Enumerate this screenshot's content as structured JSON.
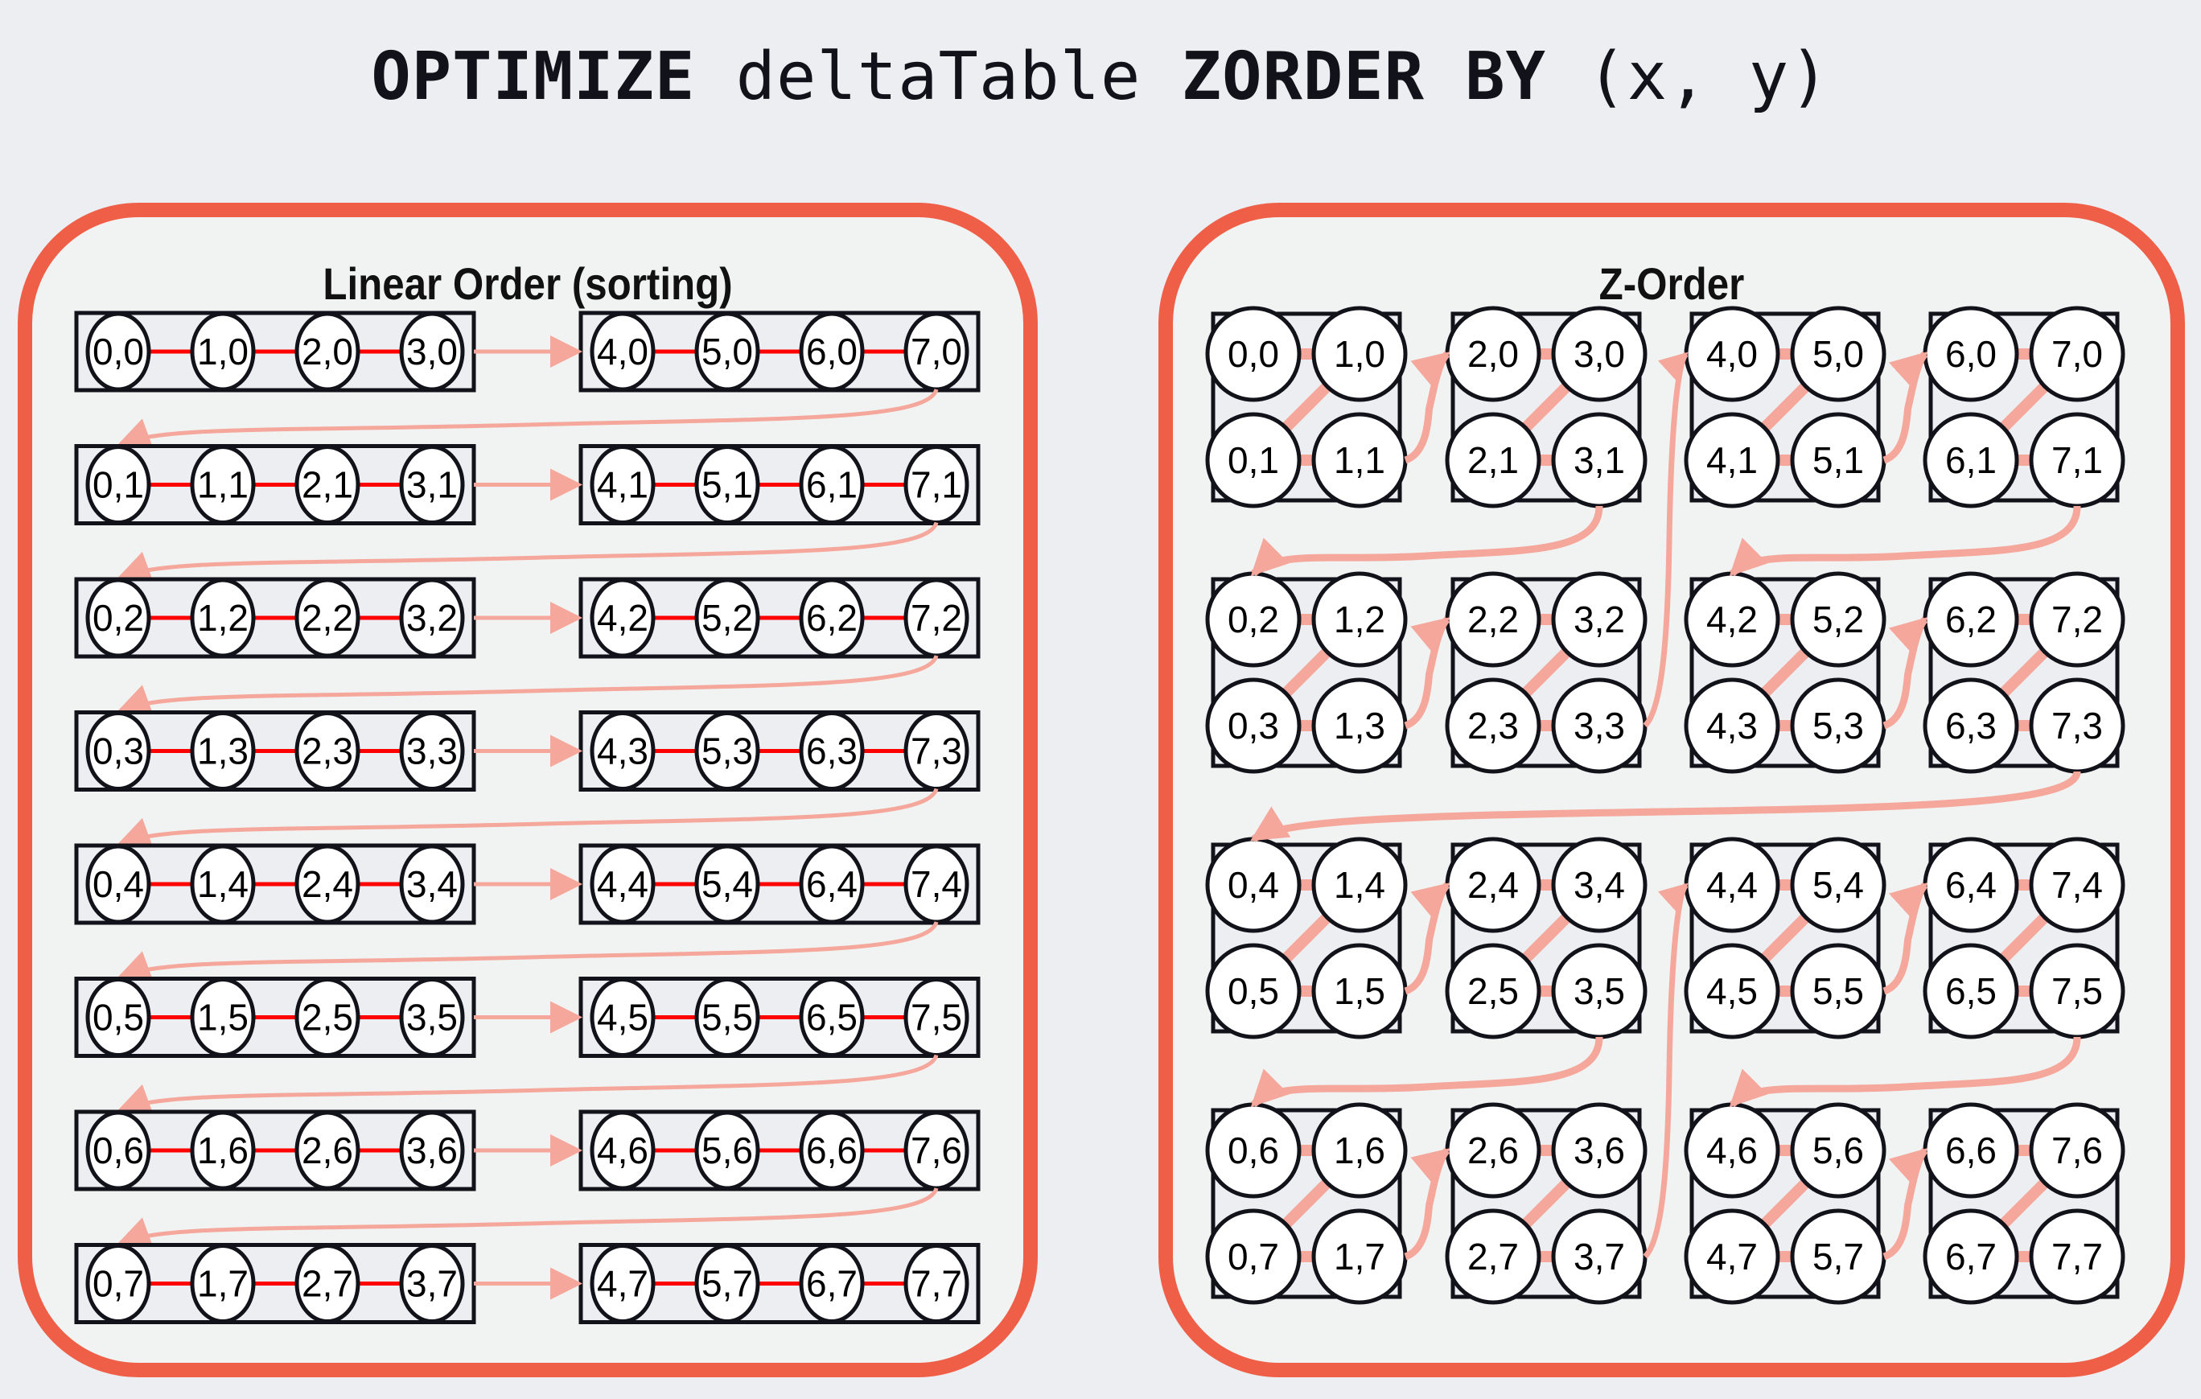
{
  "title": {
    "keyword1": "OPTIMIZE",
    "table": "deltaTable",
    "keyword2": "ZORDER BY",
    "args": "(x, y)"
  },
  "colors": {
    "panel_border": "#ef5f48",
    "panel_fill": "#f1f2f2",
    "background": "#eceef2",
    "box_fill": "#eceef2",
    "box_border": "#12131a",
    "linear_link": "#ff0000",
    "flow_arrow": "#f4a79a"
  },
  "linear_panel": {
    "title": "Linear Order (sorting)",
    "rows": [
      {
        "left": [
          "0,0",
          "1,0",
          "2,0",
          "3,0"
        ],
        "right": [
          "4,0",
          "5,0",
          "6,0",
          "7,0"
        ]
      },
      {
        "left": [
          "0,1",
          "1,1",
          "2,1",
          "3,1"
        ],
        "right": [
          "4,1",
          "5,1",
          "6,1",
          "7,1"
        ]
      },
      {
        "left": [
          "0,2",
          "1,2",
          "2,2",
          "3,2"
        ],
        "right": [
          "4,2",
          "5,2",
          "6,2",
          "7,2"
        ]
      },
      {
        "left": [
          "0,3",
          "1,3",
          "2,3",
          "3,3"
        ],
        "right": [
          "4,3",
          "5,3",
          "6,3",
          "7,3"
        ]
      },
      {
        "left": [
          "0,4",
          "1,4",
          "2,4",
          "3,4"
        ],
        "right": [
          "4,4",
          "5,4",
          "6,4",
          "7,4"
        ]
      },
      {
        "left": [
          "0,5",
          "1,5",
          "2,5",
          "3,5"
        ],
        "right": [
          "4,5",
          "5,5",
          "6,5",
          "7,5"
        ]
      },
      {
        "left": [
          "0,6",
          "1,6",
          "2,6",
          "3,6"
        ],
        "right": [
          "4,6",
          "5,6",
          "6,6",
          "7,6"
        ]
      },
      {
        "left": [
          "0,7",
          "1,7",
          "2,7",
          "3,7"
        ],
        "right": [
          "4,7",
          "5,7",
          "6,7",
          "7,7"
        ]
      }
    ]
  },
  "zorder_panel": {
    "title": "Z-Order",
    "blocks": [
      [
        [
          "0,0",
          "1,0",
          "0,1",
          "1,1"
        ],
        [
          "2,0",
          "3,0",
          "2,1",
          "3,1"
        ],
        [
          "4,0",
          "5,0",
          "4,1",
          "5,1"
        ],
        [
          "6,0",
          "7,0",
          "6,1",
          "7,1"
        ]
      ],
      [
        [
          "0,2",
          "1,2",
          "0,3",
          "1,3"
        ],
        [
          "2,2",
          "3,2",
          "2,3",
          "3,3"
        ],
        [
          "4,2",
          "5,2",
          "4,3",
          "5,3"
        ],
        [
          "6,2",
          "7,2",
          "6,3",
          "7,3"
        ]
      ],
      [
        [
          "0,4",
          "1,4",
          "0,5",
          "1,5"
        ],
        [
          "2,4",
          "3,4",
          "2,5",
          "3,5"
        ],
        [
          "4,4",
          "5,4",
          "4,5",
          "5,5"
        ],
        [
          "6,4",
          "7,4",
          "6,5",
          "7,5"
        ]
      ],
      [
        [
          "0,6",
          "1,6",
          "0,7",
          "1,7"
        ],
        [
          "2,6",
          "3,6",
          "2,7",
          "3,7"
        ],
        [
          "4,6",
          "5,6",
          "4,7",
          "5,7"
        ],
        [
          "6,6",
          "7,6",
          "6,7",
          "7,7"
        ]
      ]
    ]
  }
}
